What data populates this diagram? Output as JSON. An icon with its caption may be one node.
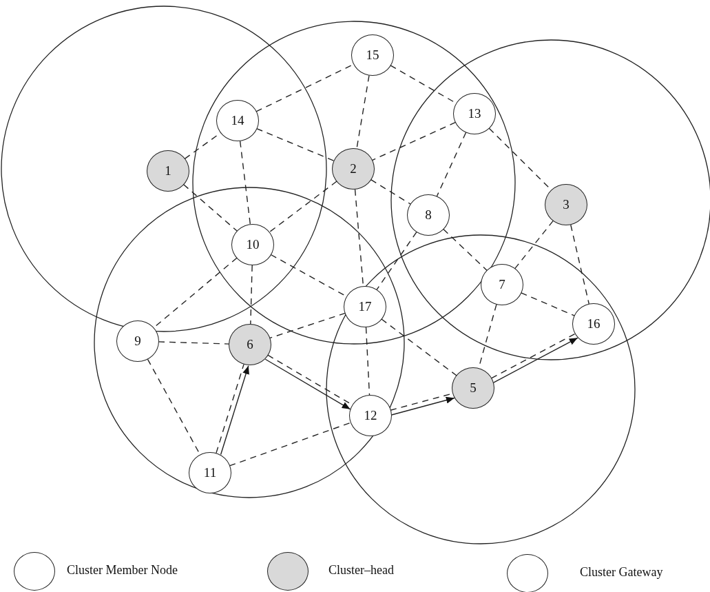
{
  "diagram": {
    "nodes": [
      {
        "text": [
          "15"
        ]
      },
      {
        "text": [
          "14"
        ]
      },
      {
        "text": [
          "13"
        ]
      },
      {
        "text": [
          "1"
        ]
      },
      {
        "text": [
          "2"
        ]
      },
      {
        "text": [
          "8"
        ]
      },
      {
        "text": [
          "3"
        ]
      },
      {
        "text": [
          "10"
        ]
      },
      {
        "text": [
          "7"
        ]
      },
      {
        "text": [
          "17"
        ]
      },
      {
        "text": [
          "9"
        ]
      },
      {
        "text": [
          "6"
        ]
      },
      {
        "text": [
          "16"
        ]
      },
      {
        "text": [
          "5"
        ]
      },
      {
        "text": [
          "12"
        ]
      },
      {
        "text": [
          "11"
        ]
      }
    ],
    "edges": [
      {
        "from": 3,
        "to": 1,
        "arrow": "none",
        "style": "dashed"
      },
      {
        "from": 3,
        "to": 7,
        "arrow": "none",
        "style": "dashed"
      },
      {
        "from": 1,
        "to": 0,
        "arrow": "none",
        "style": "dashed"
      },
      {
        "from": 1,
        "to": 4,
        "arrow": "none",
        "style": "dashed"
      },
      {
        "from": 1,
        "to": 7,
        "arrow": "none",
        "style": "dashed"
      },
      {
        "from": 0,
        "to": 4,
        "arrow": "none",
        "style": "dashed"
      },
      {
        "from": 0,
        "to": 2,
        "arrow": "none",
        "style": "dashed"
      },
      {
        "from": 2,
        "to": 4,
        "arrow": "none",
        "style": "dashed"
      },
      {
        "from": 2,
        "to": 5,
        "arrow": "none",
        "style": "dashed"
      },
      {
        "from": 2,
        "to": 6,
        "arrow": "none",
        "style": "dashed"
      },
      {
        "from": 4,
        "to": 5,
        "arrow": "none",
        "style": "dashed"
      },
      {
        "from": 4,
        "to": 7,
        "arrow": "none",
        "style": "dashed"
      },
      {
        "from": 4,
        "to": 9,
        "arrow": "none",
        "style": "dashed"
      },
      {
        "from": 5,
        "to": 9,
        "arrow": "none",
        "style": "dashed"
      },
      {
        "from": 5,
        "to": 8,
        "arrow": "none",
        "style": "dashed"
      },
      {
        "from": 6,
        "to": 8,
        "arrow": "none",
        "style": "dashed"
      },
      {
        "from": 6,
        "to": 12,
        "arrow": "none",
        "style": "dashed"
      },
      {
        "from": 7,
        "to": 10,
        "arrow": "none",
        "style": "dashed"
      },
      {
        "from": 7,
        "to": 11,
        "arrow": "none",
        "style": "dashed"
      },
      {
        "from": 7,
        "to": 9,
        "arrow": "none",
        "style": "dashed"
      },
      {
        "from": 8,
        "to": 12,
        "arrow": "none",
        "style": "dashed"
      },
      {
        "from": 8,
        "to": 13,
        "arrow": "none",
        "style": "dashed"
      },
      {
        "from": 9,
        "to": 11,
        "arrow": "none",
        "style": "dashed"
      },
      {
        "from": 9,
        "to": 14,
        "arrow": "none",
        "style": "dashed"
      },
      {
        "from": 9,
        "to": 13,
        "arrow": "none",
        "style": "dashed"
      },
      {
        "from": 10,
        "to": 11,
        "arrow": "none",
        "style": "dashed"
      },
      {
        "from": 10,
        "to": 15,
        "arrow": "none",
        "style": "dashed"
      },
      {
        "from": 11,
        "to": 14,
        "arrow": "none",
        "style": "dashed"
      },
      {
        "from": 15,
        "to": 11,
        "arrow": "none",
        "style": "dashed"
      },
      {
        "from": 15,
        "to": 14,
        "arrow": "none",
        "style": "dashed"
      },
      {
        "from": 14,
        "to": 13,
        "arrow": "none",
        "style": "dashed"
      },
      {
        "from": 13,
        "to": 12,
        "arrow": "none",
        "style": "dashed"
      },
      {
        "from": 15,
        "to": 11,
        "arrow": "to"
      },
      {
        "from": 11,
        "to": 14,
        "arrow": "to"
      },
      {
        "from": 14,
        "to": 13,
        "arrow": "to"
      },
      {
        "from": 13,
        "to": 12,
        "arrow": "to"
      }
    ],
    "legend": [
      {
        "text": "Cluster Member Node",
        "color": "#ffffff"
      },
      {
        "text": "Cluster–head",
        "color": "#d9d9d9"
      },
      {
        "text": "Cluster Gateway",
        "color": "#ffffff"
      }
    ]
  }
}
